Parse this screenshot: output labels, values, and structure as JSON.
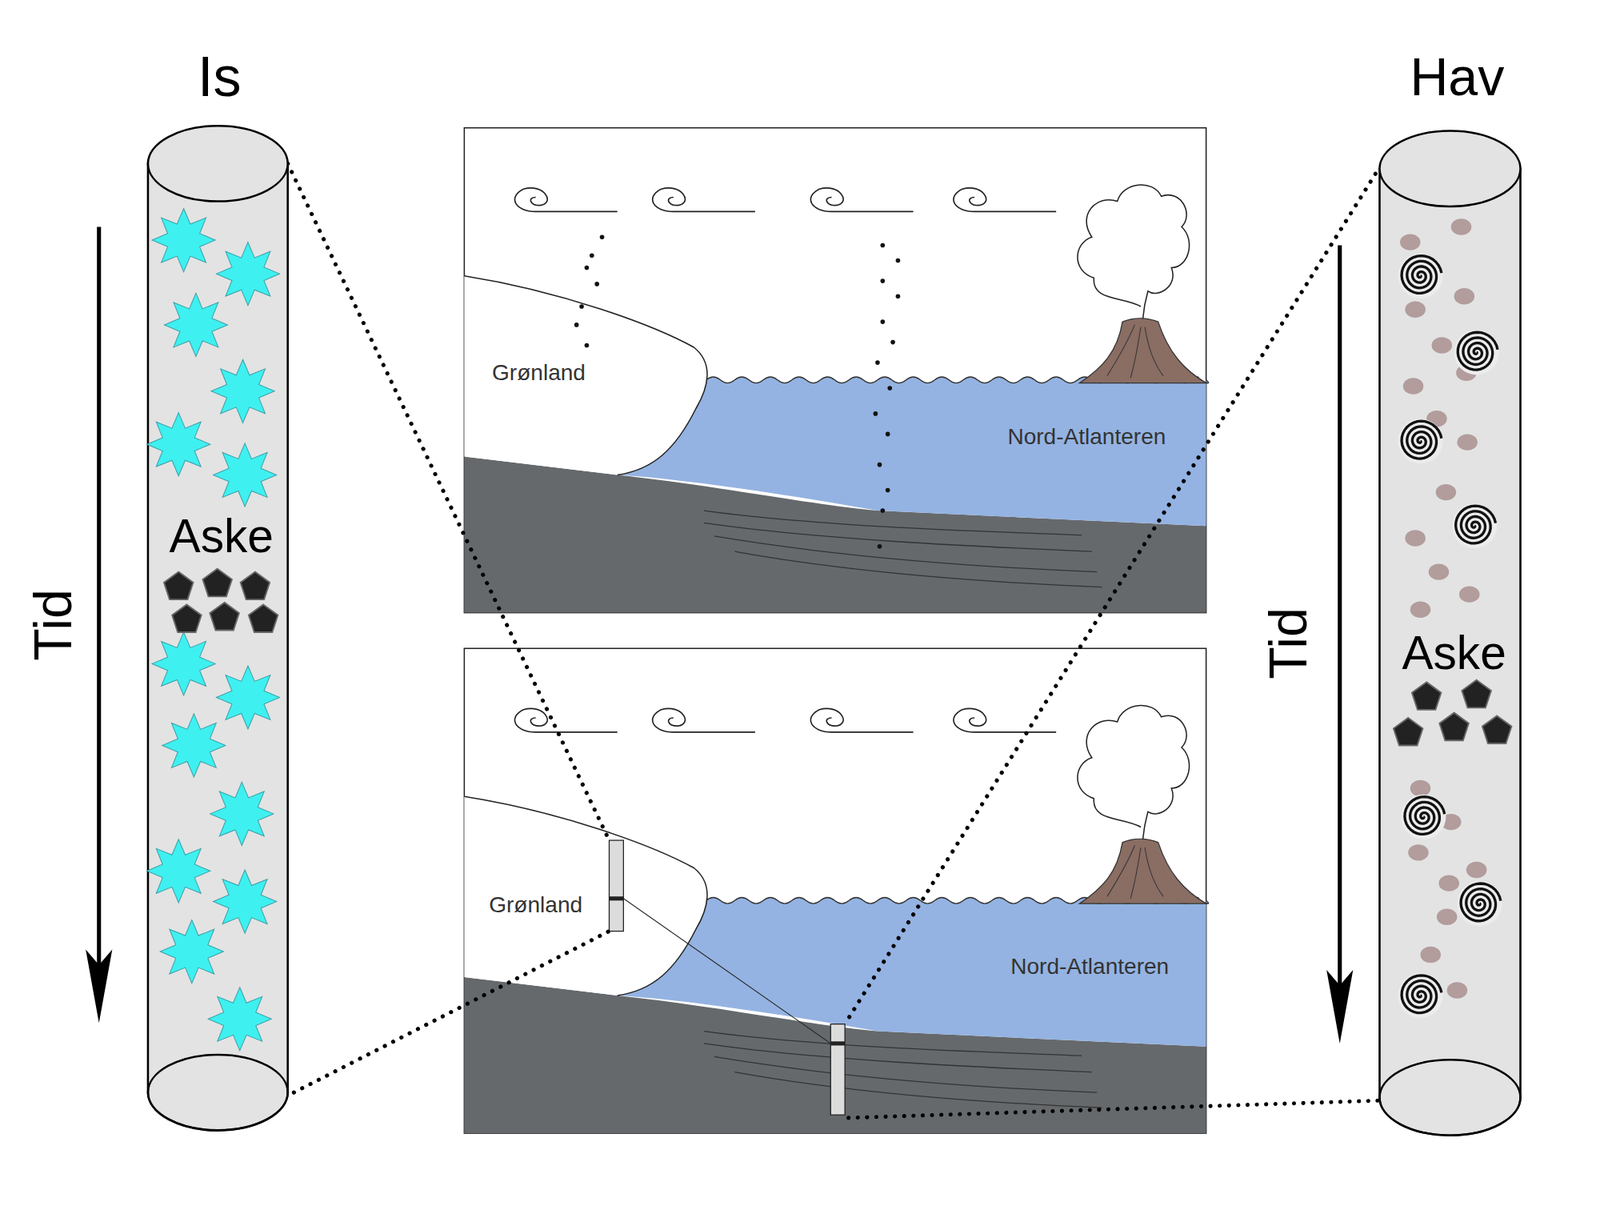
{
  "diagram": {
    "labels": [
      "Is",
      "Hav",
      "Aske",
      "Tid",
      "Tid",
      "Aske",
      "Grønland",
      "Nord-Atlanteren",
      "Grønland",
      "Nord-Atlanteren"
    ]
  }
}
